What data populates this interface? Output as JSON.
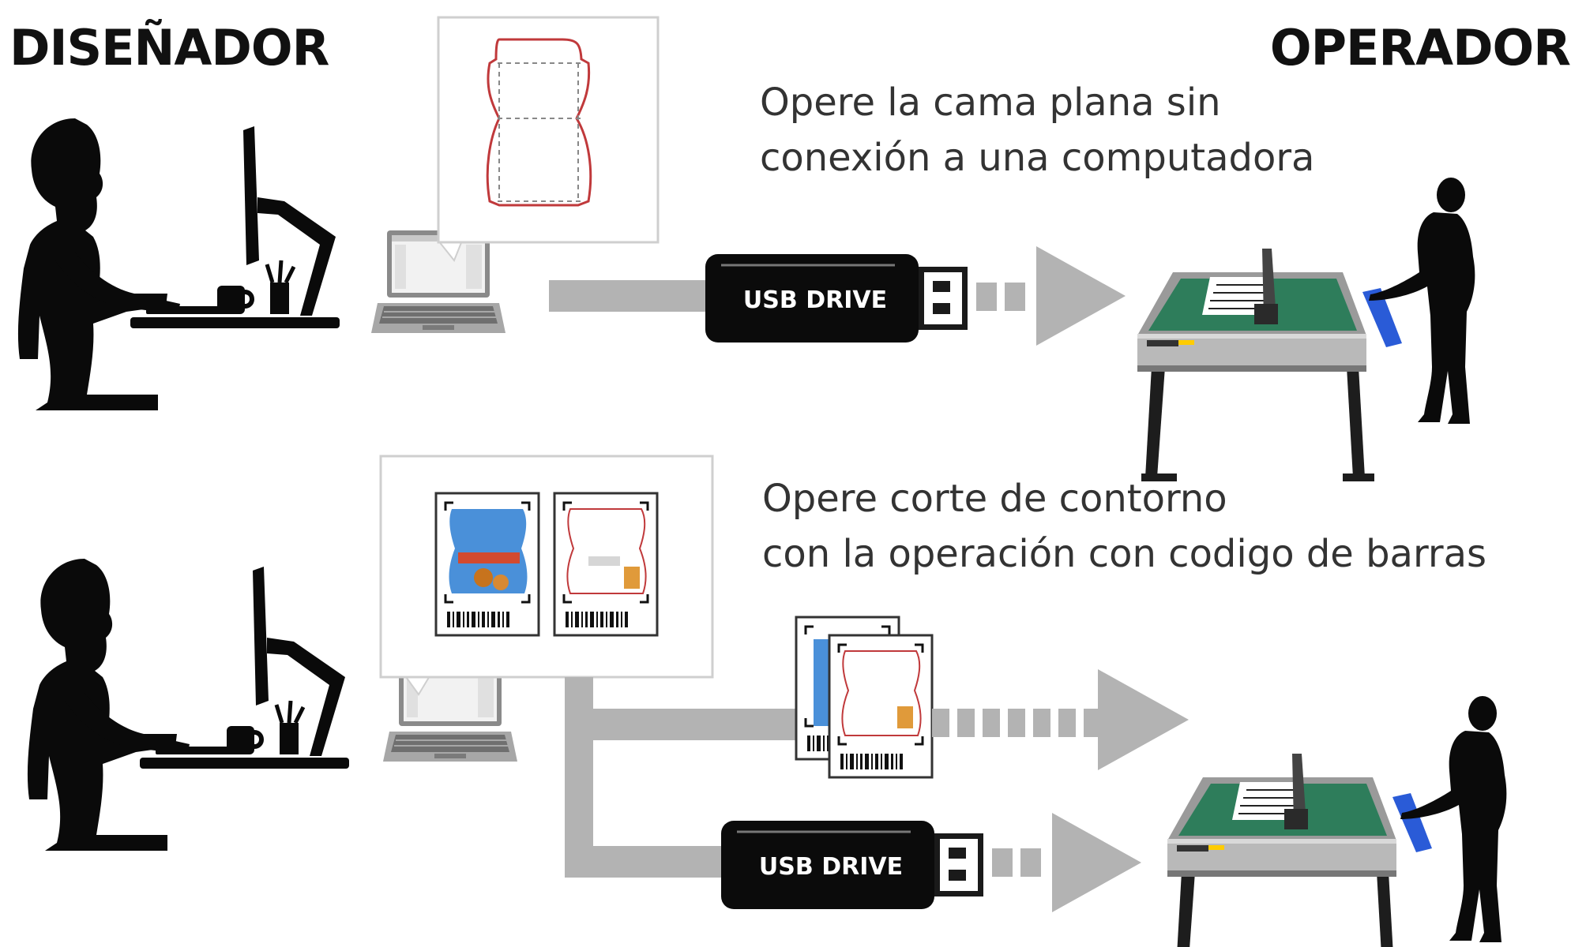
{
  "headings": {
    "left": "DISEÑADOR",
    "right": "OPERADOR"
  },
  "top_flow": {
    "caption_line1": "Opere la cama plana sin",
    "caption_line2": "conexión a una computadora",
    "usb_label": "USB DRIVE"
  },
  "bottom_flow": {
    "caption_line1": "Opere corte de contorno",
    "caption_line2": "con la operación con codigo de barras",
    "usb_label": "USB DRIVE"
  },
  "colors": {
    "flow_gray": "#b3b3b3",
    "silhouette": "#0a0a0a",
    "cutter_bed": "#2e7d5b",
    "die_line": "#c0393b",
    "roller_blue": "#2a5bd7",
    "package_blue": "#4a90d9"
  },
  "icons": [
    "designer-silhouette",
    "monitor",
    "laptop",
    "usb-drive",
    "arrow",
    "flatbed-cutter",
    "operator-silhouette",
    "barcode-sheet",
    "die-cut-template"
  ]
}
